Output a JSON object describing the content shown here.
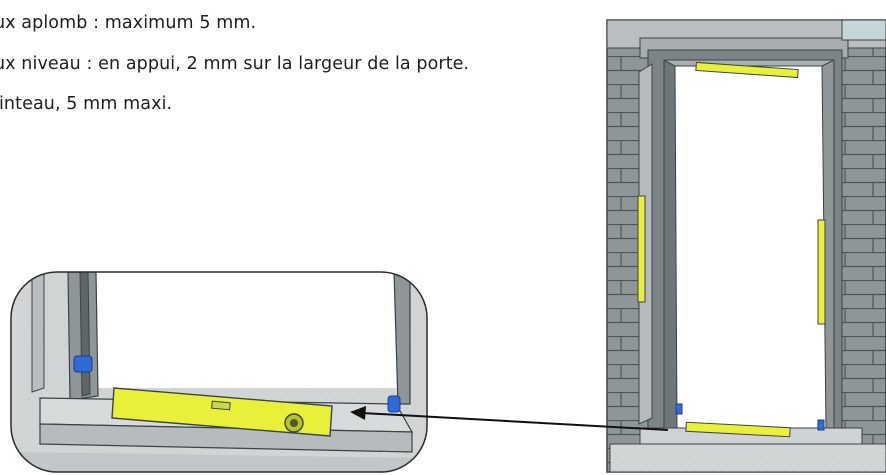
{
  "document": {
    "lines": [
      "ux aplomb : maximum 5 mm.",
      "ux niveau : en appui, 2 mm sur la largeur de la porte.",
      "linteau, 5 mm maxi."
    ]
  },
  "illustration": {
    "wall_color": "#8f9699",
    "mortar_color": "#555b5e",
    "frame_color": "#9ea4a8",
    "level_color": "#e8f03a",
    "shim_color": "#2f6bd6"
  }
}
